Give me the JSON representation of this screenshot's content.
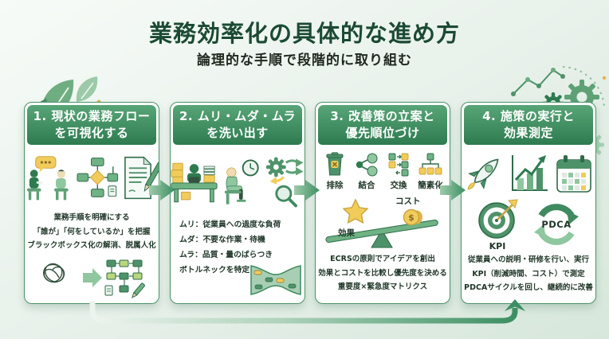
{
  "title": "業務効率化の具体的な進め方",
  "subtitle": "論理的な手順で段階的に取り組む",
  "colors": {
    "title_green": "#1b4a33",
    "header_top": "#58a577",
    "header_bottom": "#2e7b50",
    "card_border": "#4a9368",
    "arrow_green": "#3d8f63",
    "accent_yellow": "#f2cc5a",
    "body_text": "#1e3626",
    "background": "#e3efe6"
  },
  "steps": [
    {
      "header_line1": "1. 現状の業務フロー",
      "header_line2": "を可視化する",
      "icons": [
        "interview-icon",
        "flowchart-icon",
        "document-pen-icon",
        "scribble-to-flow-icon"
      ],
      "body_lines": [
        "業務手順を明確にする",
        "「誰が」「何をしているか」を把握",
        "ブラックボックス化の解消、脱属人化"
      ]
    },
    {
      "header_line1": "2. ムリ・ムダ・ムラ",
      "header_line2": "を洗い出す",
      "icons": [
        "overload-desk-icon",
        "waiting-person-clock-icon",
        "gear-variation-icon",
        "magnifier-icon",
        "traffic-bottleneck-icon"
      ],
      "body_lines": [
        "ムリ：従業員への過度な負荷",
        "ムダ：不要な作業・待機",
        "ムラ：品質・量のばらつき",
        "ボトルネックを特定"
      ]
    },
    {
      "header_line1": "3. 改善策の立案と",
      "header_line2": "優先順位づけ",
      "ecrs_labels": [
        "排除",
        "結合",
        "交換",
        "簡素化"
      ],
      "seesaw": {
        "left_label": "効果",
        "right_label": "コスト"
      },
      "body_lines": [
        "ECRSの原則でアイデアを創出",
        "効果とコストを比較し優先度を決める",
        "重要度×緊急度マトリクス"
      ]
    },
    {
      "header_line1": "4. 施策の実行と",
      "header_line2": "効果測定",
      "icons": [
        "rocket-icon",
        "growth-chart-icon",
        "calendar-icon",
        "kpi-target-icon",
        "pdca-cycle-icon"
      ],
      "kpi_label": "KPI",
      "pdca_label": "PDCA",
      "body_lines": [
        "従業員への説明・研修を行い、実行",
        "KPI（削減時間、コスト）で測定",
        "PDCAサイクルを回し、継続的に改善"
      ]
    }
  ]
}
